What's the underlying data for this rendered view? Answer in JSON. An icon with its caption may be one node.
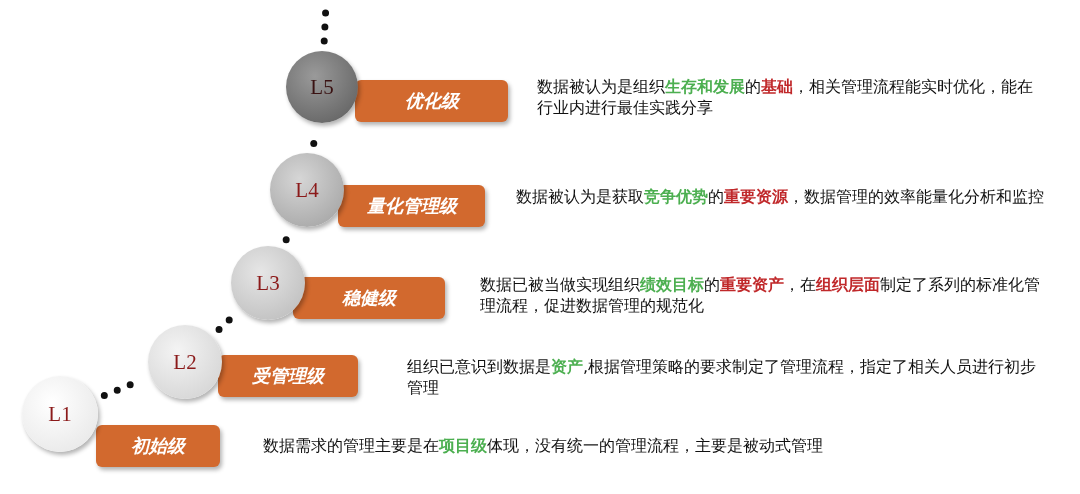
{
  "diagram": {
    "nodes": [
      {
        "text": [
          "L1"
        ]
      },
      {
        "text": [
          "初始级"
        ],
        "beside": [
          "数据需求的管理主要是在**项目级**体现，没有统一的管理流程，主要是被动式管理"
        ]
      },
      {
        "text": [
          "L2"
        ]
      },
      {
        "text": [
          "受管理级"
        ],
        "beside": [
          "组织已意识到数据是**资产**,根据管理策略的要求制定了管理流程，指定了相关人员进行初步管理"
        ]
      },
      {
        "text": [
          "L3"
        ]
      },
      {
        "text": [
          "稳健级"
        ],
        "beside": [
          "数据已被当做实现组织**绩效目标**的**重要资产**，在**组织层面**制定了系列的标准化管理流程，促进数据管理的规范化"
        ]
      },
      {
        "text": [
          "L4"
        ]
      },
      {
        "text": [
          "量化管理级"
        ],
        "beside": [
          "数据被认为是获取**竞争优势**的**重要资源**，数据管理的效率能量化分析和监控"
        ]
      },
      {
        "text": [
          "L5"
        ]
      },
      {
        "text": [
          "优化级"
        ],
        "beside": [
          "数据被认为是组织**生存和发展**的**基础**，相关管理流程能实时优化，能在行业内进行最佳实践分享"
        ]
      }
    ],
    "edges": [
      {
        "from": 0,
        "to": 2,
        "arrow": "none",
        "style": "dashed"
      },
      {
        "from": 2,
        "to": 4,
        "arrow": "none",
        "style": "dashed"
      },
      {
        "from": 4,
        "to": 6,
        "arrow": "none",
        "style": "dashed"
      },
      {
        "from": 6,
        "to": 8,
        "arrow": "none",
        "style": "dashed"
      },
      {
        "from": 8,
        "to": null,
        "arrow": "none",
        "style": "dashed"
      }
    ]
  }
}
